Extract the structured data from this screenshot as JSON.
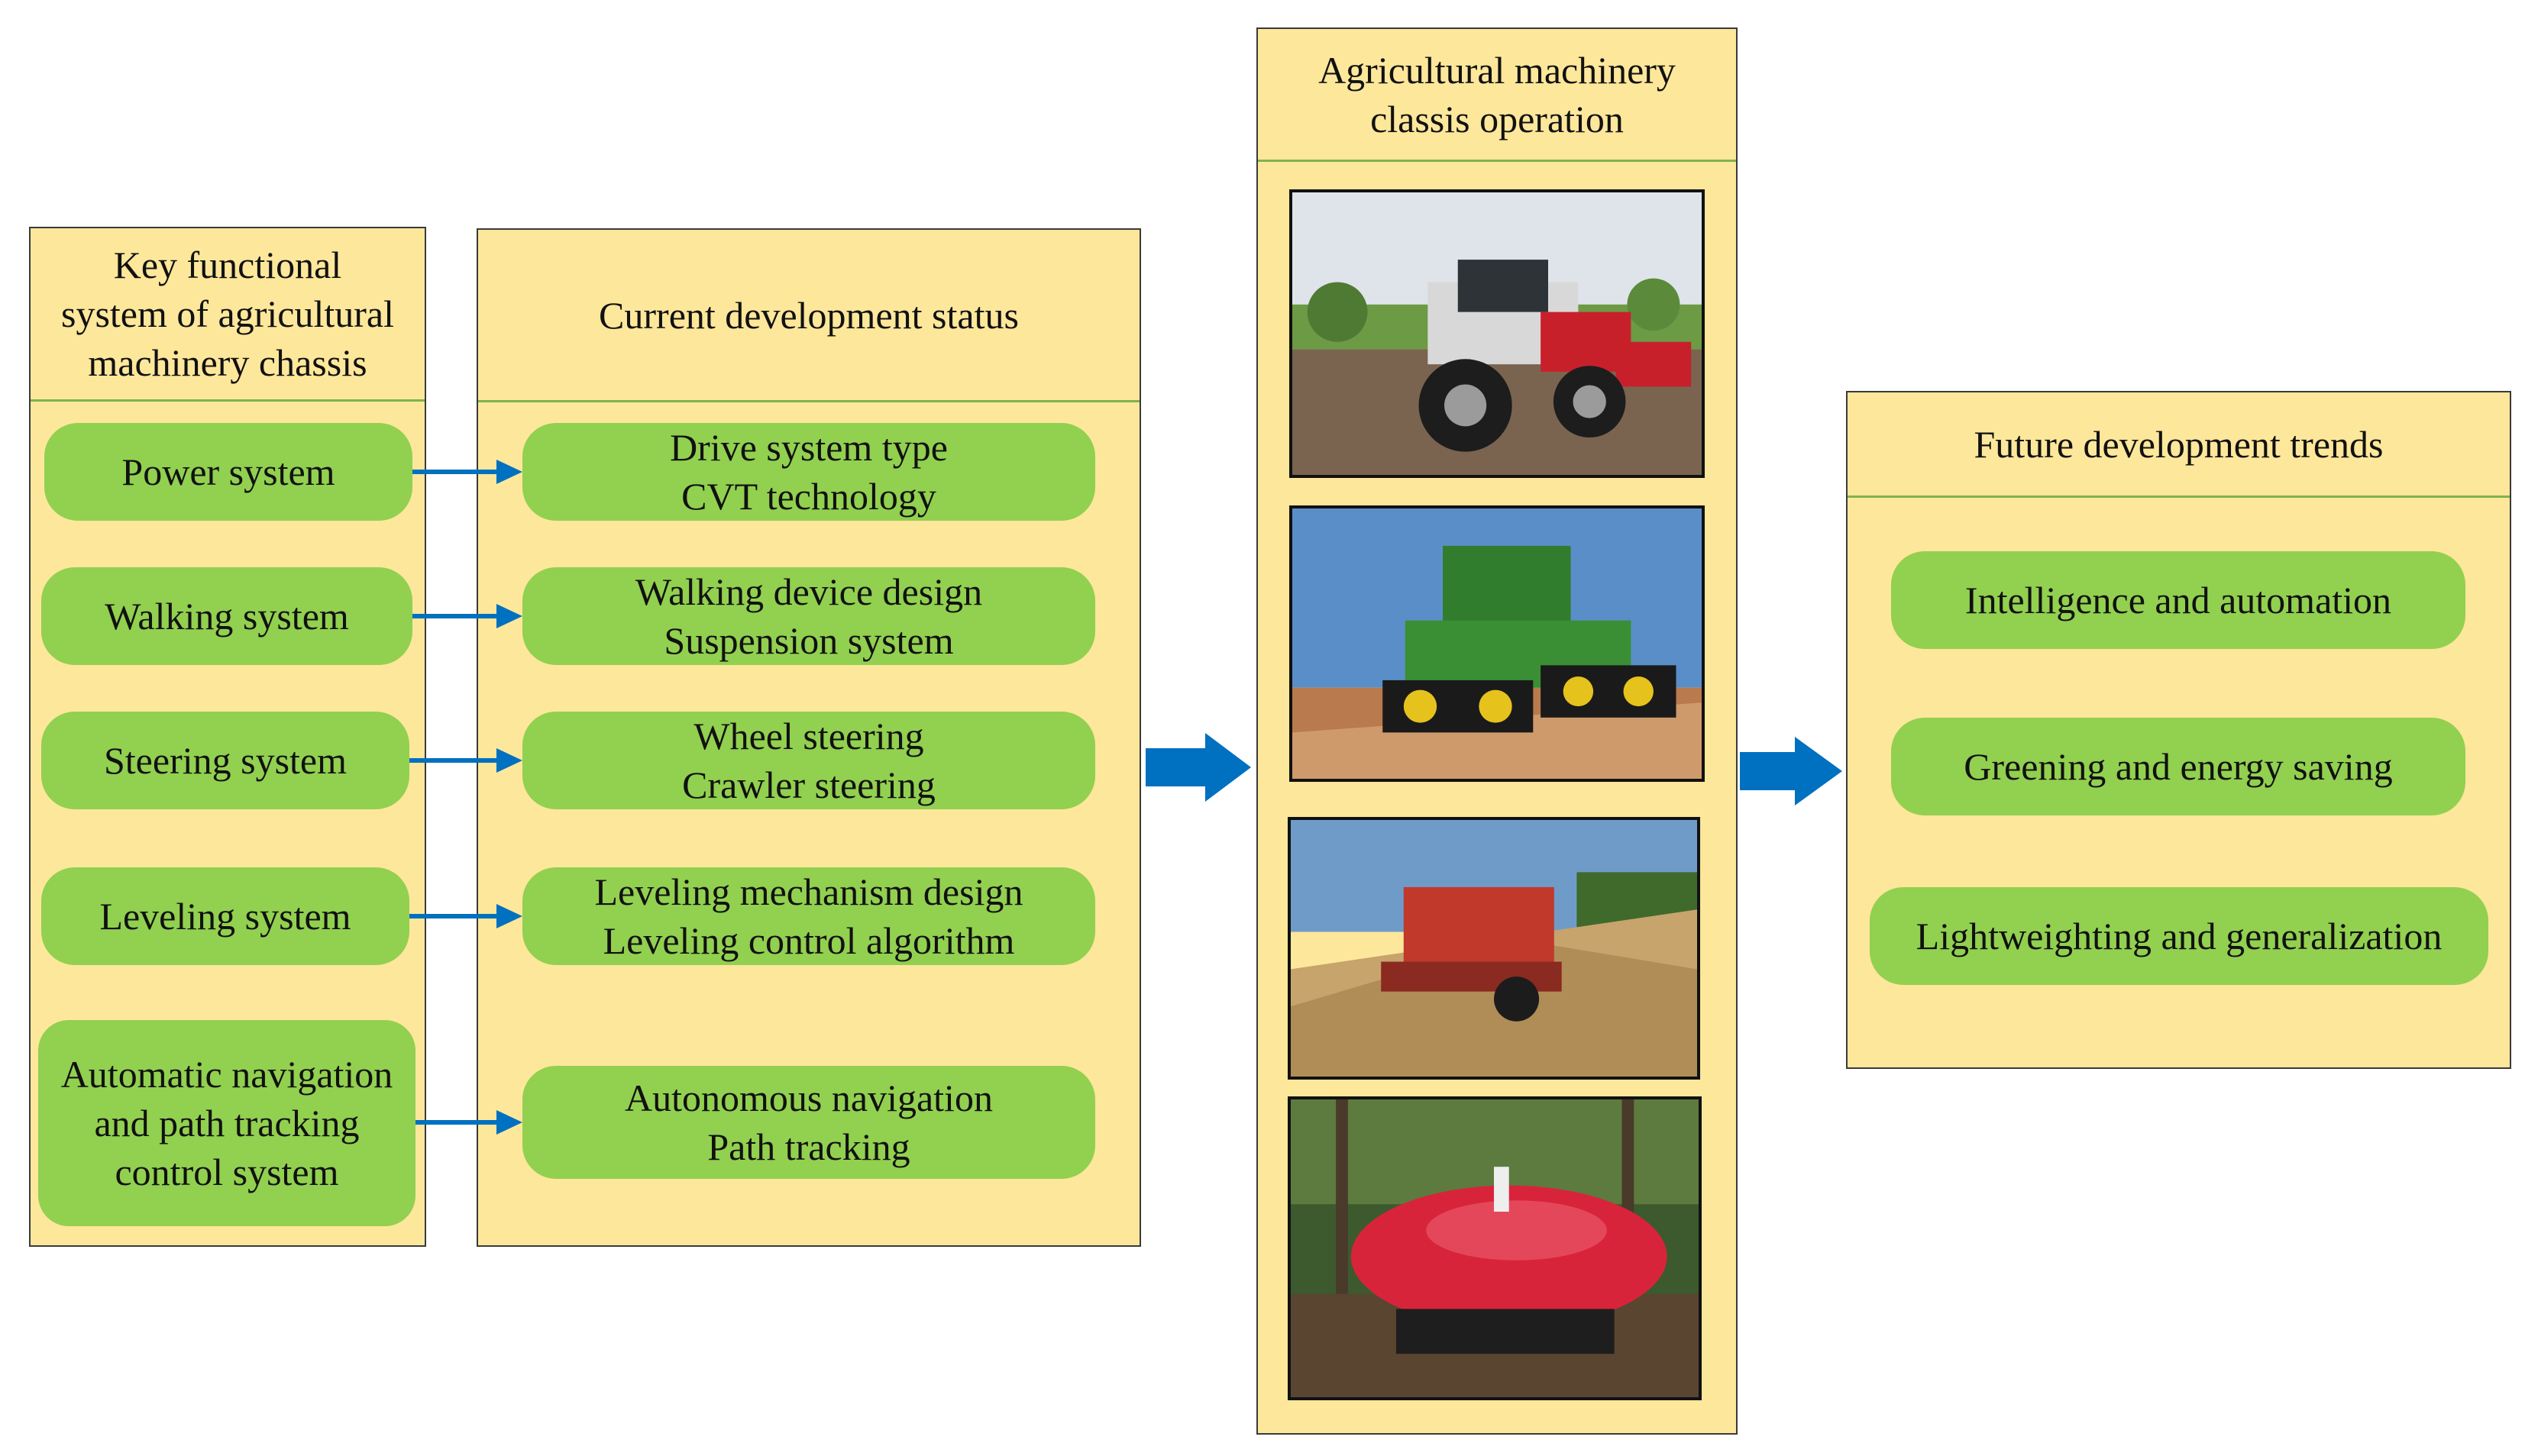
{
  "key_systems": {
    "heading": "Key functional\nsystem of agricultural\nmachinery chassis",
    "items": [
      "Power system",
      "Walking system",
      "Steering system",
      "Leveling system",
      "Automatic navigation\nand path tracking\ncontrol system"
    ]
  },
  "status": {
    "heading": "Current development status",
    "items": [
      "Drive system type\nCVT technology",
      "Walking device design\nSuspension system",
      "Wheel steering\nCrawler steering",
      "Leveling mechanism design\nLeveling control algorithm",
      "Autonomous navigation\nPath tracking"
    ]
  },
  "operation": {
    "heading": "Agricultural machinery\nclassis operation",
    "photos": [
      "tractor-photo",
      "crawler-tractor-photo",
      "combine-harvester-photo",
      "orchard-robot-photo"
    ]
  },
  "trends": {
    "heading": "Future development trends",
    "items": [
      "Intelligence and automation",
      "Greening and energy saving",
      "Lightweighting and generalization"
    ]
  },
  "colors": {
    "panel": "#fde79b",
    "pill": "#92d050",
    "arrow": "#0070c0",
    "divider": "#7fb24f"
  }
}
